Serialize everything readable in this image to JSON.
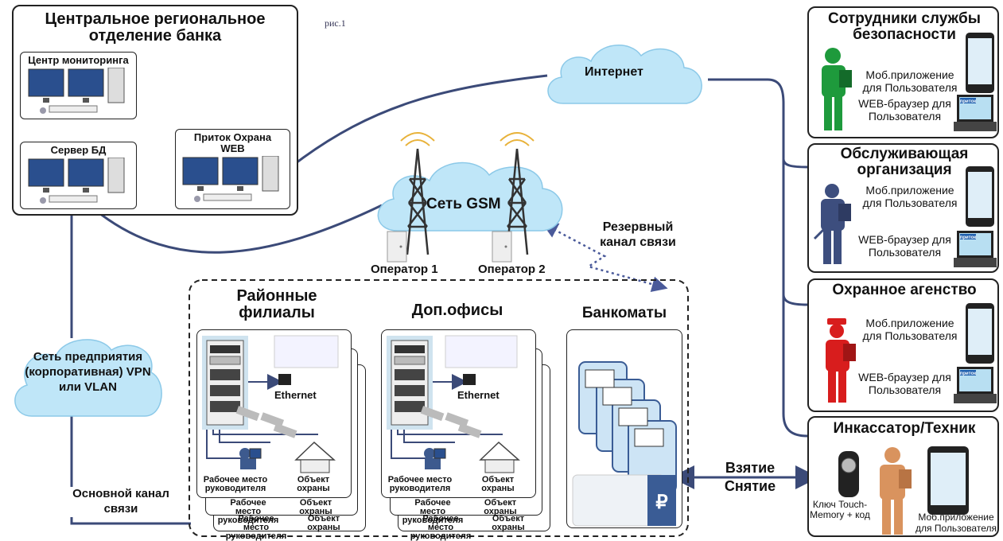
{
  "fig_label": "рис.1",
  "bank": {
    "title": "Центральное региональное отделение банка",
    "monitoring": "Центр мониторинга",
    "db_server": "Сервер БД",
    "web_server": "Приток Охрана WEB"
  },
  "internet": "Интернет",
  "gsm": {
    "title": "Сеть GSM",
    "operator1": "Оператор 1",
    "operator2": "Оператор 2"
  },
  "reserve_channel": "Резервный канал связи",
  "enterprise_net": "Сеть предприятия (корпоративная) VPN или VLAN",
  "main_channel": "Основной канал связи",
  "branches": {
    "title": "Районные филиалы",
    "ethernet": "Ethernet",
    "workplace": "Рабочее место руководителя",
    "object": "Объект охраны"
  },
  "offices": {
    "title": "Доп.офисы",
    "ethernet": "Ethernet",
    "workplace": "Рабочее место руководителя",
    "object": "Объект охраны"
  },
  "atms": {
    "title": "Банкоматы"
  },
  "arm_disarm": "Взятие Снятие",
  "mobile_app": "Моб.приложение для Пользователя",
  "web_browser": "WEB-браузер для Пользователя",
  "pritok_logo": "приток",
  "groups": [
    {
      "title": "Сотрудники службы безопасности",
      "person_color": "#1e9a3c"
    },
    {
      "title": "Обслуживающая организация",
      "person_color": "#3d4e7e"
    },
    {
      "title": "Охранное агенство",
      "person_color": "#d81d1d"
    },
    {
      "title": "Инкассатор/Техник",
      "person_color": "#d9935e"
    }
  ],
  "collector": {
    "key": "Ключ Touch-Memory + код",
    "mobile": "Моб.приложение для Пользователя"
  }
}
